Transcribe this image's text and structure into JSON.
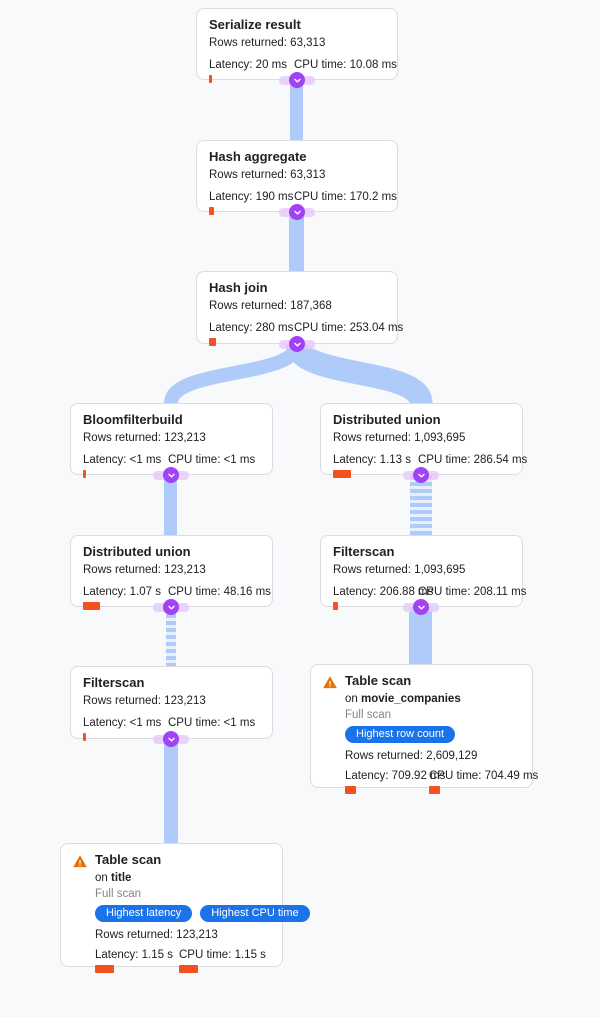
{
  "colors": {
    "page_bg": "#f8f9fa",
    "card_bg": "#ffffff",
    "card_border": "#dadce0",
    "ribbon_blue": "#aecbfa",
    "ribbon_stripe_light": "#e9effc",
    "toggle_purple": "#a142f4",
    "metric_bar_orange": "#f4511e",
    "badge_blue": "#1a73e8",
    "warning_orange": "#e8710a",
    "muted_text": "#80868b"
  },
  "nodes": [
    {
      "title": "Serialize result",
      "rows": "Rows returned: 63,313",
      "latency": "Latency: 20 ms",
      "latency_bar": 3,
      "cpu": "CPU time: 10.08 ms",
      "cpu_bar": 3
    },
    {
      "title": "Hash aggregate",
      "rows": "Rows returned: 63,313",
      "latency": "Latency: 190 ms",
      "latency_bar": 5,
      "cpu": "CPU time: 170.2 ms",
      "cpu_bar": 6
    },
    {
      "title": "Hash join",
      "rows": "Rows returned: 187,368",
      "latency": "Latency: 280 ms",
      "latency_bar": 7,
      "cpu": "CPU time: 253.04 ms",
      "cpu_bar": 8
    },
    {
      "title": "Bloomfilterbuild",
      "rows": "Rows returned: 123,213",
      "latency": "Latency: <1 ms",
      "latency_bar": 3,
      "cpu": "CPU time: <1 ms",
      "cpu_bar": 3
    },
    {
      "title": "Distributed union",
      "rows": "Rows returned: 1,093,695",
      "latency": "Latency: 1.13 s",
      "latency_bar": 18,
      "cpu": "CPU time: 286.54 ms",
      "cpu_bar": 8
    },
    {
      "title": "Distributed union",
      "rows": "Rows returned: 123,213",
      "latency": "Latency: 1.07 s",
      "latency_bar": 17,
      "cpu": "CPU time: 48.16 ms",
      "cpu_bar": 3
    },
    {
      "title": "Filterscan",
      "rows": "Rows returned: 1,093,695",
      "latency": "Latency: 206.88 ms",
      "latency_bar": 5,
      "cpu": "CPU time: 208.11 ms",
      "cpu_bar": 6
    },
    {
      "title": "Filterscan",
      "rows": "Rows returned: 123,213",
      "latency": "Latency: <1 ms",
      "latency_bar": 3,
      "cpu": "CPU time: <1 ms",
      "cpu_bar": 3
    },
    {
      "title": "Table scan",
      "on_prefix": "on ",
      "table": "movie_companies",
      "scan_type": "Full scan",
      "badges": [
        "Highest row count"
      ],
      "rows": "Rows returned: 2,609,129",
      "latency": "Latency: 709.92 ms",
      "latency_bar": 11,
      "cpu": "CPU time: 704.49 ms",
      "cpu_bar": 11
    },
    {
      "title": "Table scan",
      "on_prefix": "on ",
      "table": "title",
      "scan_type": "Full scan",
      "badges": [
        "Highest latency",
        "Highest CPU time"
      ],
      "rows": "Rows returned: 123,213",
      "latency": "Latency: 1.15 s",
      "latency_bar": 19,
      "cpu": "CPU time: 1.15 s",
      "cpu_bar": 19
    }
  ]
}
